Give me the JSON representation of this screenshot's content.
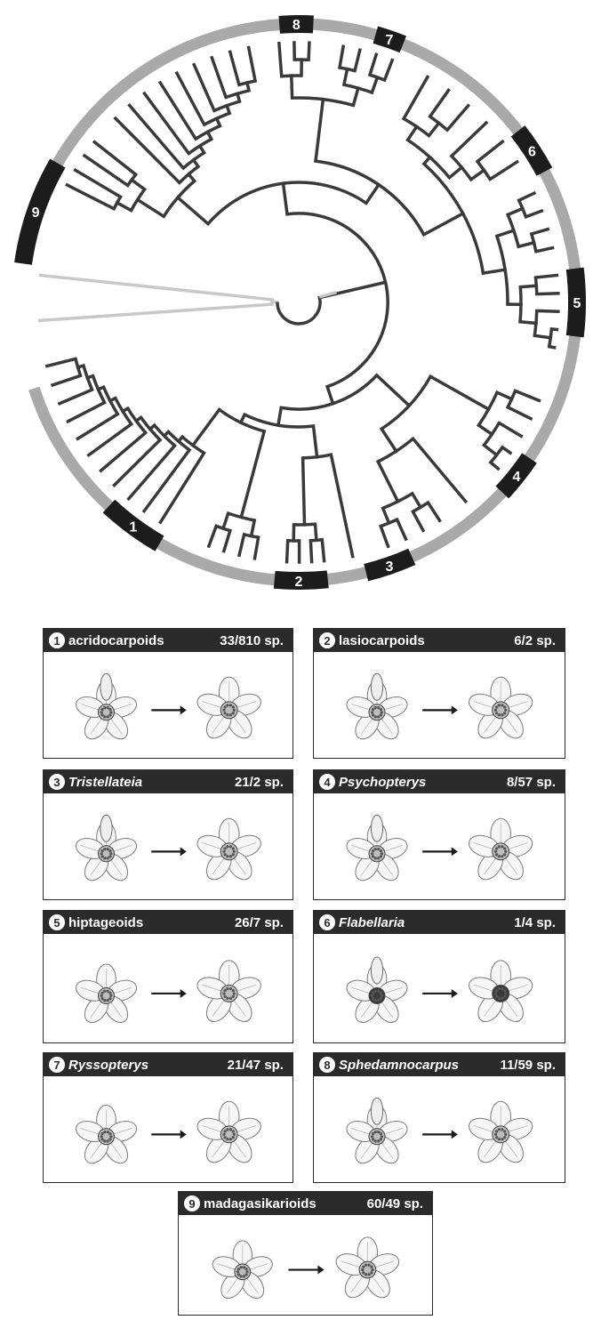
{
  "tree": {
    "clade_labels": [
      {
        "id": "1",
        "label": "1"
      },
      {
        "id": "2",
        "label": "2"
      },
      {
        "id": "3",
        "label": "3"
      },
      {
        "id": "4",
        "label": "4"
      },
      {
        "id": "5",
        "label": "5"
      },
      {
        "id": "6",
        "label": "6"
      },
      {
        "id": "7",
        "label": "7"
      },
      {
        "id": "8",
        "label": "8"
      },
      {
        "id": "9",
        "label": "9"
      }
    ],
    "colors": {
      "branch": "#3a3a3a",
      "outgroup": "#c8c8c8",
      "ring": "#a9a9a9",
      "ring_dark": "#1c1c1c"
    }
  },
  "panels": [
    {
      "num": "1",
      "name": "acridocarpoids",
      "italic": false,
      "count": "33/810 sp.",
      "arrow": "→"
    },
    {
      "num": "2",
      "name": "lasiocarpoids",
      "italic": false,
      "count": "6/2 sp.",
      "arrow": "→"
    },
    {
      "num": "3",
      "name": "Tristellateia",
      "italic": true,
      "count": "21/2 sp.",
      "arrow": "→"
    },
    {
      "num": "4",
      "name": "Psychopterys",
      "italic": true,
      "count": "8/57 sp.",
      "arrow": "→"
    },
    {
      "num": "5",
      "name": "hiptageoids",
      "italic": false,
      "count": "26/7 sp.",
      "arrow": "→"
    },
    {
      "num": "6",
      "name": "Flabellaria",
      "italic": true,
      "count": "1/4 sp.",
      "arrow": "→"
    },
    {
      "num": "7",
      "name": "Ryssopterys",
      "italic": true,
      "count": "21/47 sp.",
      "arrow": "→"
    },
    {
      "num": "8",
      "name": "Sphedamnocarpus",
      "italic": true,
      "count": "11/59 sp.",
      "arrow": "→"
    },
    {
      "num": "9",
      "name": "madagasikarioids",
      "italic": false,
      "count": "60/49 sp.",
      "arrow": "→"
    }
  ]
}
